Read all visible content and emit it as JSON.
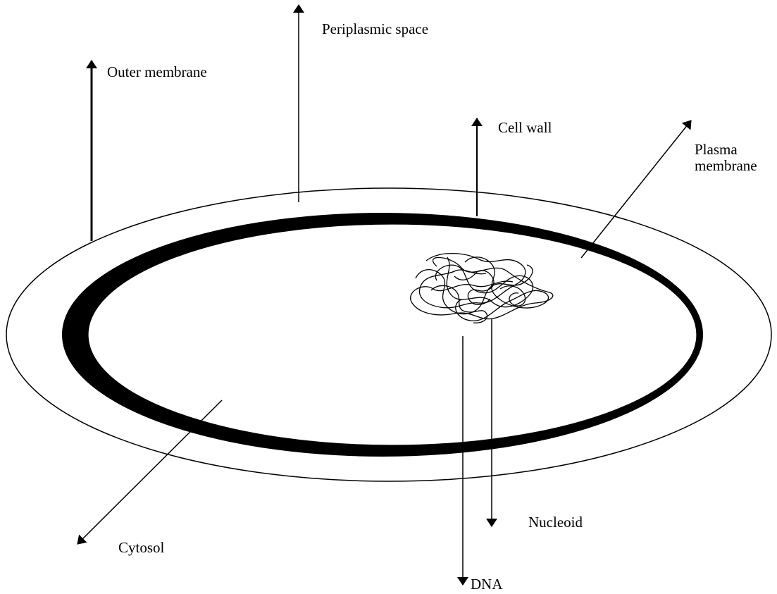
{
  "labels": {
    "periplasmic_space": "Periplasmic space",
    "outer_membrane": "Outer membrane",
    "cell_wall": "Cell wall",
    "plasma_membrane_line1": "Plasma",
    "plasma_membrane_line2": "membrane",
    "nucleoid": "Nucleoid",
    "cytosol": "Cytosol",
    "dna": "DNA"
  },
  "colors": {
    "ink": "#000000",
    "background": "#ffffff"
  }
}
